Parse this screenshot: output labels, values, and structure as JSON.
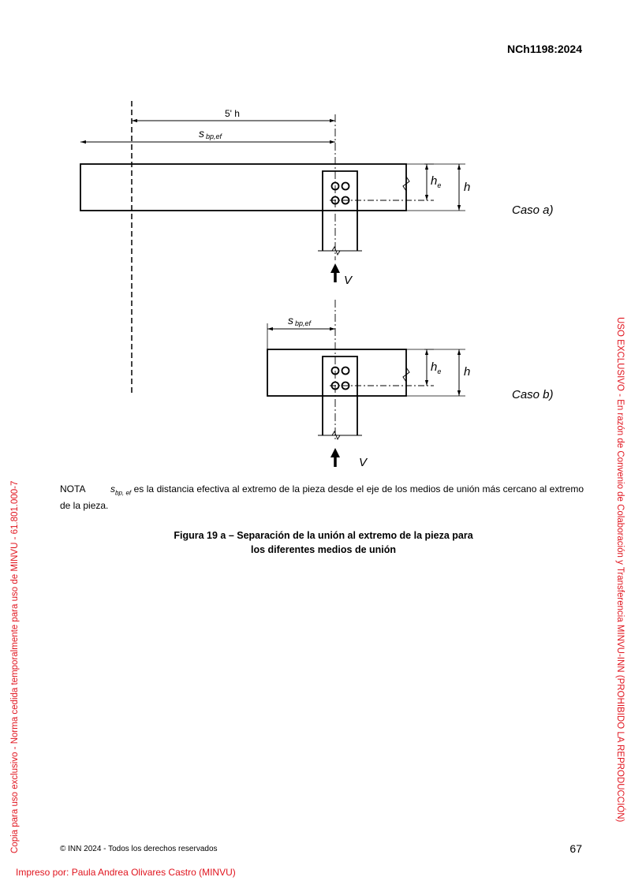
{
  "header": {
    "standard_code": "NCh1198:2024"
  },
  "figure": {
    "dim_5h": "5' h",
    "s_main": "s",
    "s_sub": "bp,ef",
    "he_main": "h",
    "he_sub": "e",
    "h_label": "h",
    "v_label": "V",
    "caso_a": "Caso a)",
    "caso_b": "Caso b)"
  },
  "note": {
    "label": "NOTA",
    "symbol_main": "s",
    "symbol_sub": "bp, ef",
    "text": " es la distancia efectiva al extremo de la pieza desde el eje de los medios de unión más cercano al extremo de la pieza."
  },
  "caption": {
    "line1": "Figura 19 a – Separación de la unión al extremo de la pieza para",
    "line2": "los diferentes medios de unión"
  },
  "footer": {
    "copyright": "© INN 2024 - Todos los derechos reservados",
    "page_number": "67",
    "printed_by": "Impreso por: Paula Andrea Olivares Castro (MINVU)"
  },
  "watermarks": {
    "left": "Copia para uso exclusivo - Norma cedida temporalmente para uso de MINVU - 61.801.000-7",
    "right": "USO EXCLUSIVO - En razón de Convenio de Colaboración y Transferencia MINVU-INN (PROHIBIDO LA REPRODUCCIÓN)"
  },
  "colors": {
    "watermark": "#e0141e"
  }
}
